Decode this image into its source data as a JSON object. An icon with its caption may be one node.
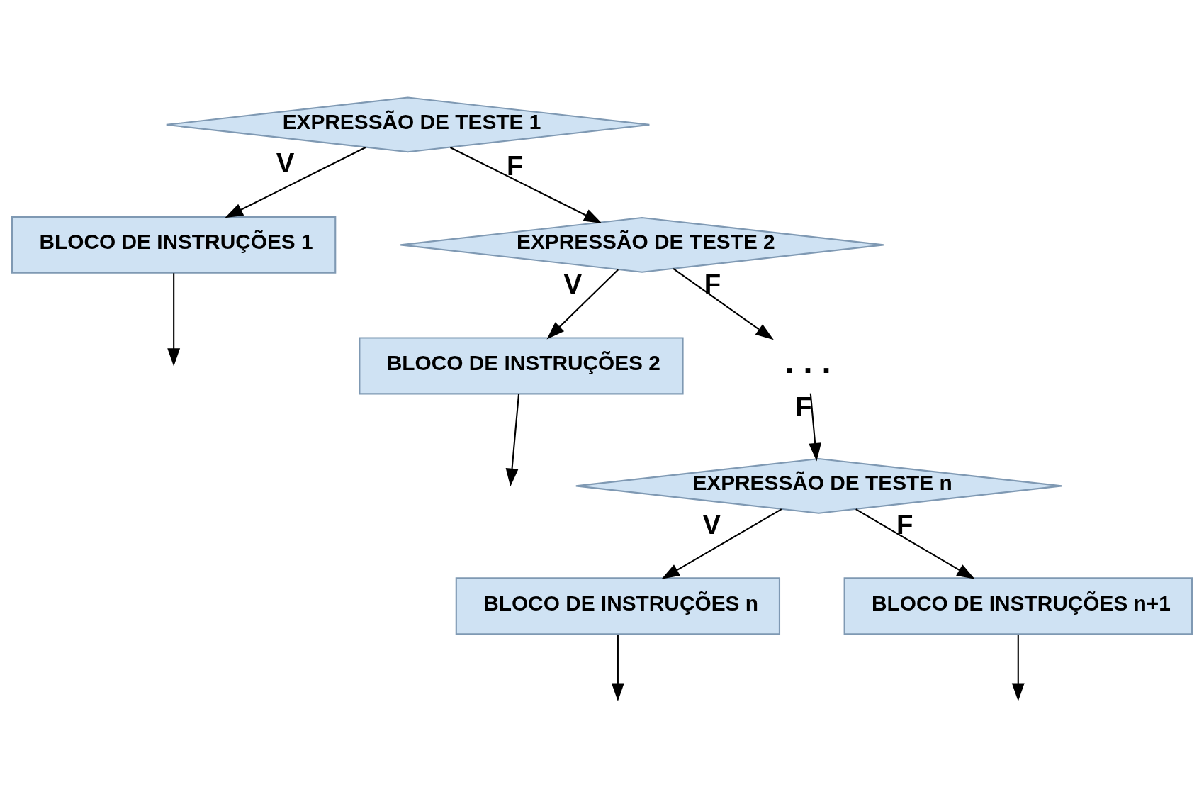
{
  "diagram": {
    "nodes": [
      {
        "text": [
          "EXPRESSÃO DE TESTE 1"
        ]
      },
      {
        "text": [
          "BLOCO DE INSTRUÇÕES 1"
        ]
      },
      {
        "text": [
          "EXPRESSÃO DE TESTE 2"
        ]
      },
      {
        "text": [
          "BLOCO DE INSTRUÇÕES 2"
        ]
      },
      {
        "text": [
          ". . ."
        ]
      },
      {
        "text": [
          "EXPRESSÃO DE TESTE n"
        ]
      },
      {
        "text": [
          "BLOCO DE INSTRUÇÕES n"
        ]
      },
      {
        "text": [
          "BLOCO DE INSTRUÇÕES n+1"
        ]
      }
    ],
    "edges": [
      {
        "from": 0,
        "to": 2,
        "arrow": "to",
        "label": "F"
      },
      {
        "from": 0,
        "to": 1,
        "arrow": "to",
        "label": "V"
      },
      {
        "from": 2,
        "to": 4,
        "arrow": "to",
        "label": "F"
      },
      {
        "from": 2,
        "to": 3,
        "arrow": "to",
        "label": "V"
      },
      {
        "from": 4,
        "to": 5,
        "arrow": "to",
        "label": "F"
      },
      {
        "from": 5,
        "to": 6,
        "arrow": "to",
        "label": "V"
      },
      {
        "from": 5,
        "to": 7,
        "arrow": "to",
        "label": "F"
      },
      {
        "from": 1,
        "to": null,
        "arrow": "to"
      },
      {
        "from": 3,
        "to": null,
        "arrow": "to"
      },
      {
        "from": 6,
        "to": null,
        "arrow": "to"
      },
      {
        "from": 7,
        "to": null,
        "arrow": "to"
      }
    ]
  }
}
